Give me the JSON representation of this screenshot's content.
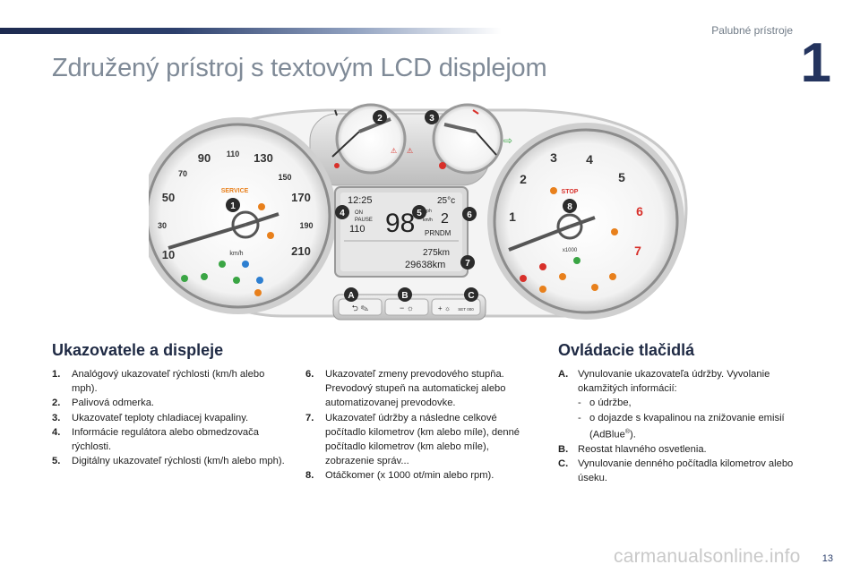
{
  "header": {
    "section_title": "Palubné prístroje",
    "chapter_number": "1"
  },
  "page_title": "Združený prístroj s textovým LCD displejom",
  "cluster": {
    "callouts": [
      "1",
      "2",
      "3",
      "4",
      "5",
      "6",
      "7",
      "8",
      "A",
      "B",
      "C"
    ],
    "speedo_labels": [
      "10",
      "30",
      "50",
      "70",
      "90",
      "110",
      "130",
      "150",
      "170",
      "190",
      "210"
    ],
    "speedo_unit": "km/h",
    "service_label": "SERVICE",
    "tacho_labels": [
      "1",
      "2",
      "3",
      "4",
      "5",
      "6",
      "7"
    ],
    "tacho_unit": "x1000",
    "stop_label": "STOP",
    "lcd": {
      "clock": "12:25",
      "temperature": "25°c",
      "speed": "98",
      "speed_unit": "mph",
      "speed_unit_2": "km/h",
      "gear": "2",
      "gear_indicator": "PRNDM",
      "limiter_on": "ON",
      "limiter_pause": "PAUSE",
      "limiter_value": "110",
      "trip_odometer": "275km",
      "odometer": "29638km"
    },
    "buttons": {
      "a_label": "⮌ ✎",
      "b_label": "− ☼",
      "c_label": "+ ☼",
      "c_set": "SET 000"
    },
    "colors": {
      "red": "#d8302a",
      "orange": "#e8801c",
      "green": "#3aa544",
      "blue": "#2d7fd1",
      "callout": "#2b2b2b"
    }
  },
  "left_section": {
    "heading": "Ukazovatele a displeje",
    "items": [
      {
        "num": "1.",
        "text": "Analógový ukazovateľ rýchlosti (km/h alebo mph)."
      },
      {
        "num": "2.",
        "text": "Palivová odmerka."
      },
      {
        "num": "3.",
        "text": "Ukazovateľ teploty chladiacej kvapaliny."
      },
      {
        "num": "4.",
        "text": "Informácie regulátora alebo obmedzovača rýchlosti."
      },
      {
        "num": "5.",
        "text": "Digitálny ukazovateľ rýchlosti (km/h alebo mph)."
      }
    ]
  },
  "middle_section": {
    "items": [
      {
        "num": "6.",
        "text": "Ukazovateľ zmeny prevodového stupňa. Prevodový stupeň na automatickej alebo automatizovanej prevodovke."
      },
      {
        "num": "7.",
        "text": "Ukazovateľ údržby a následne celkové počítadlo kilometrov (km alebo míle), denné počítadlo kilometrov (km alebo míle), zobrazenie správ..."
      },
      {
        "num": "8.",
        "text": "Otáčkomer (x 1000 ot/min alebo rpm)."
      }
    ]
  },
  "right_section": {
    "heading": "Ovládacie tlačidlá",
    "item_a_num": "A.",
    "item_a_text": "Vynulovanie ukazovateľa údržby. Vyvolanie okamžitých informácií:",
    "item_a_sub": [
      {
        "dash": "-",
        "text": "o údržbe,"
      },
      {
        "dash": "-",
        "text": "o dojazde s kvapalinou na znižovanie emisií (AdBlue"
      }
    ],
    "adblue_reg": "®",
    "adblue_close": ").",
    "item_b_num": "B.",
    "item_b_text": "Reostat hlavného osvetlenia.",
    "item_c_num": "C.",
    "item_c_text": "Vynulovanie denného počítadla kilometrov alebo úseku."
  },
  "footer": {
    "watermark": "carmanualsonline.info",
    "page_number": "13"
  }
}
